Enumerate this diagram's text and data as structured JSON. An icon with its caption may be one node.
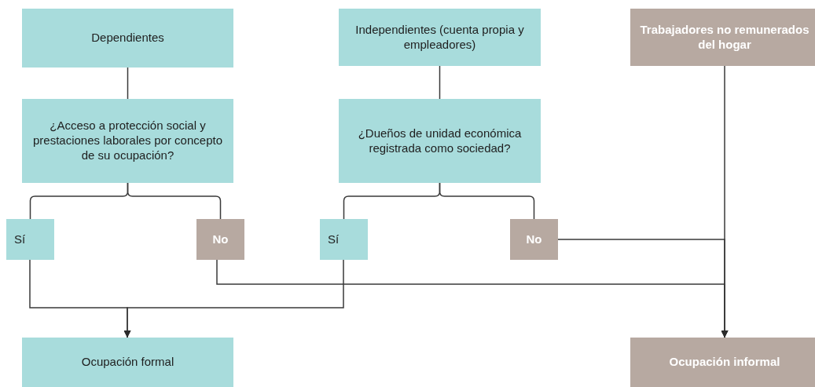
{
  "diagram": {
    "nodes": [
      {
        "text": [
          "Dependientes"
        ]
      },
      {
        "text": [
          "¿Acceso a protección social y prestaciones laborales por concepto de su ocupación?"
        ]
      },
      {
        "text": [
          "Independientes (cuenta propia y empleadores)"
        ]
      },
      {
        "text": [
          "¿Dueños de unidad económica registrada como sociedad?"
        ]
      },
      {
        "text": [
          "Trabajadores no remunerados del hogar"
        ]
      },
      {
        "text": [
          "Sí"
        ]
      },
      {
        "text": [
          "No"
        ]
      },
      {
        "text": [
          "Sí"
        ]
      },
      {
        "text": [
          "No"
        ]
      },
      {
        "text": [
          "Ocupación formal"
        ]
      },
      {
        "text": [
          "Ocupación informal"
        ]
      }
    ],
    "edges": [
      {
        "from": 0,
        "to": 1,
        "arrow": "none"
      },
      {
        "from": 2,
        "to": 3,
        "arrow": "none"
      },
      {
        "from": 1,
        "to": 5,
        "arrow": "none"
      },
      {
        "from": 1,
        "to": 6,
        "arrow": "none"
      },
      {
        "from": 3,
        "to": 7,
        "arrow": "none"
      },
      {
        "from": 3,
        "to": 8,
        "arrow": "none"
      },
      {
        "from": 5,
        "to": 9,
        "arrow": "to"
      },
      {
        "from": 7,
        "to": 9,
        "arrow": "to"
      },
      {
        "from": 6,
        "to": 10,
        "arrow": "to"
      },
      {
        "from": 8,
        "to": 10,
        "arrow": "to"
      },
      {
        "from": 4,
        "to": 10,
        "arrow": "to"
      }
    ]
  }
}
